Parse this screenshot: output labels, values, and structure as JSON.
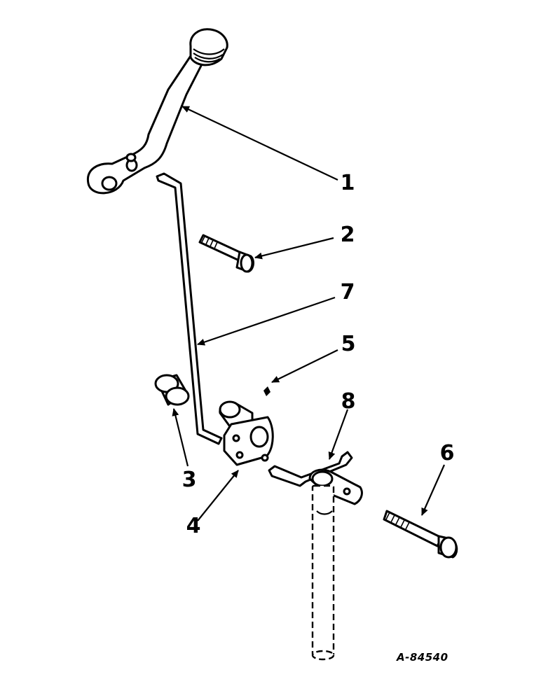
{
  "callouts": [
    {
      "id": "1",
      "label": "1"
    },
    {
      "id": "2",
      "label": "2"
    },
    {
      "id": "3",
      "label": "3"
    },
    {
      "id": "4",
      "label": "4"
    },
    {
      "id": "5",
      "label": "5"
    },
    {
      "id": "6",
      "label": "6"
    },
    {
      "id": "7",
      "label": "7"
    },
    {
      "id": "8",
      "label": "8"
    }
  ],
  "reference_number": "A-84540"
}
